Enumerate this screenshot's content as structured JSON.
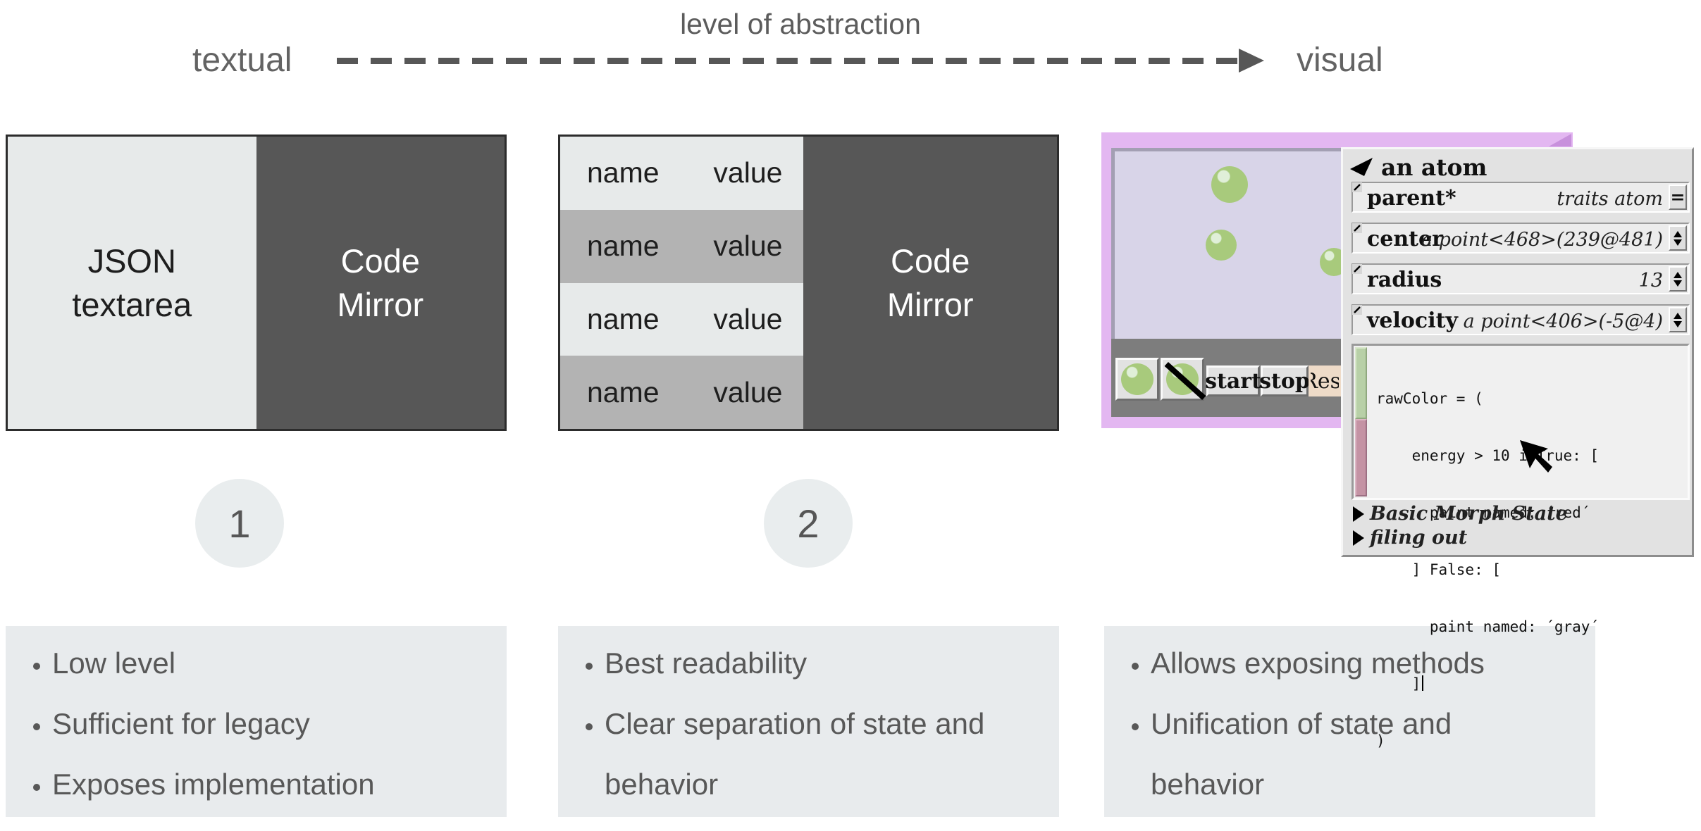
{
  "axis": {
    "left_label": "textual",
    "center_label": "level of abstraction",
    "right_label": "visual"
  },
  "column1": {
    "number": "1",
    "box": {
      "left_panel_label": "JSON textarea",
      "right_panel_label": "Code Mirror"
    },
    "bullets": [
      "Low level",
      "Sufficient for legacy",
      "Exposes implementation"
    ]
  },
  "column2": {
    "number": "2",
    "table": {
      "rows": [
        {
          "name": "name",
          "value": "value"
        },
        {
          "name": "name",
          "value": "value"
        },
        {
          "name": "name",
          "value": "value"
        },
        {
          "name": "name",
          "value": "value"
        }
      ]
    },
    "box": {
      "right_panel_label": "Code Mirror"
    },
    "bullets": [
      "Best readability",
      "Clear separation of state and behavior"
    ]
  },
  "column3": {
    "bullets": [
      "Allows exposing methods",
      "Unification of state and behavior"
    ],
    "morphic": {
      "toolbar": {
        "start_label": "start",
        "stop_label": "stop",
        "resize_label": "Resi"
      },
      "inspector": {
        "title": "an atom",
        "fields": [
          {
            "label": "parent*",
            "value": "traits atom",
            "control": "="
          },
          {
            "label": "center",
            "value": "a point<468>(239@481)",
            "control": "stepper"
          },
          {
            "label": "radius",
            "value": "13",
            "control": "stepper"
          },
          {
            "label": "velocity",
            "value": "a point<406>(-5@4)",
            "control": "stepper"
          }
        ],
        "code_lines": [
          "rawColor = (",
          "    energy > 10 ifTrue: [",
          "      paint named: ´red´",
          "    ] False: [",
          "      paint named: ´gray´",
          "    ]",
          ")"
        ],
        "sections": [
          "Basic Morph State",
          "filing out"
        ]
      }
    }
  },
  "colors": {
    "slide_text": "#5a5a5a",
    "panel_dark": "#575757",
    "panel_light": "#e7eaea",
    "table_alt_row": "#b3b3b3",
    "bullet_box": "#e8ebed",
    "window_purple": "#e3b7f1",
    "arena_lavender": "#d8d4e8",
    "ball_green": "#a8ca7c",
    "toolbar_gray": "#7d7d7d",
    "inspector_gray": "#e2e2e2",
    "scrollbar_green": "#b8d0a7",
    "scrollbar_mauve": "#c493a4",
    "resize_button_cream": "#eedbc8"
  }
}
